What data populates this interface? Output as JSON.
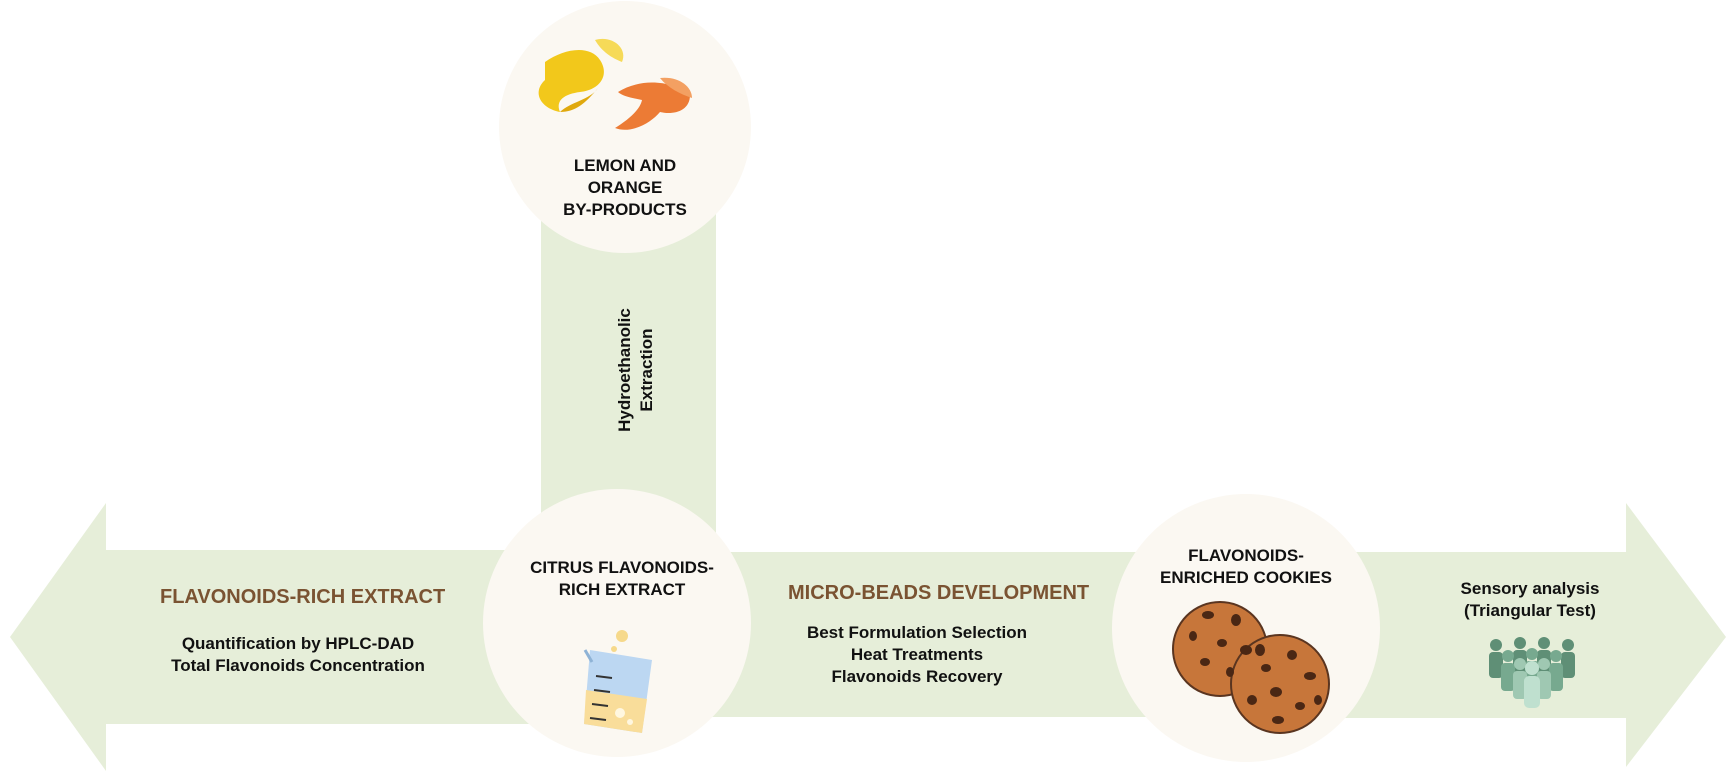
{
  "nodes": {
    "byproducts": [
      "LEMON AND",
      "ORANGE",
      "BY-PRODUCTS"
    ],
    "extract": [
      "CITRUS FLAVONOIDS-",
      "RICH EXTRACT"
    ],
    "cookies": [
      "FLAVONOIDS-",
      "ENRICHED COOKIES"
    ]
  },
  "extraction_step": [
    "Hydroethanolic",
    "Extraction"
  ],
  "left_panel": {
    "title": "FLAVONOIDS-RICH EXTRACT",
    "lines": [
      "Quantification by HPLC-DAD",
      "Total Flavonoids Concentration"
    ]
  },
  "middle_panel": {
    "title": "MICRO-BEADS DEVELOPMENT",
    "lines": [
      "Best Formulation Selection",
      "Heat Treatments",
      "Flavonoids Recovery"
    ]
  },
  "right_panel": {
    "lines": [
      "Sensory analysis",
      "(Triangular Test)"
    ]
  },
  "colors": {
    "band": "#e6eed9",
    "circle": "#fbf8f2",
    "accent_title": "#7a5332",
    "people": "#5f8f76"
  },
  "icons": [
    "citrus-peel-icon",
    "beaker-icon",
    "cookie-icon",
    "people-group-icon"
  ]
}
